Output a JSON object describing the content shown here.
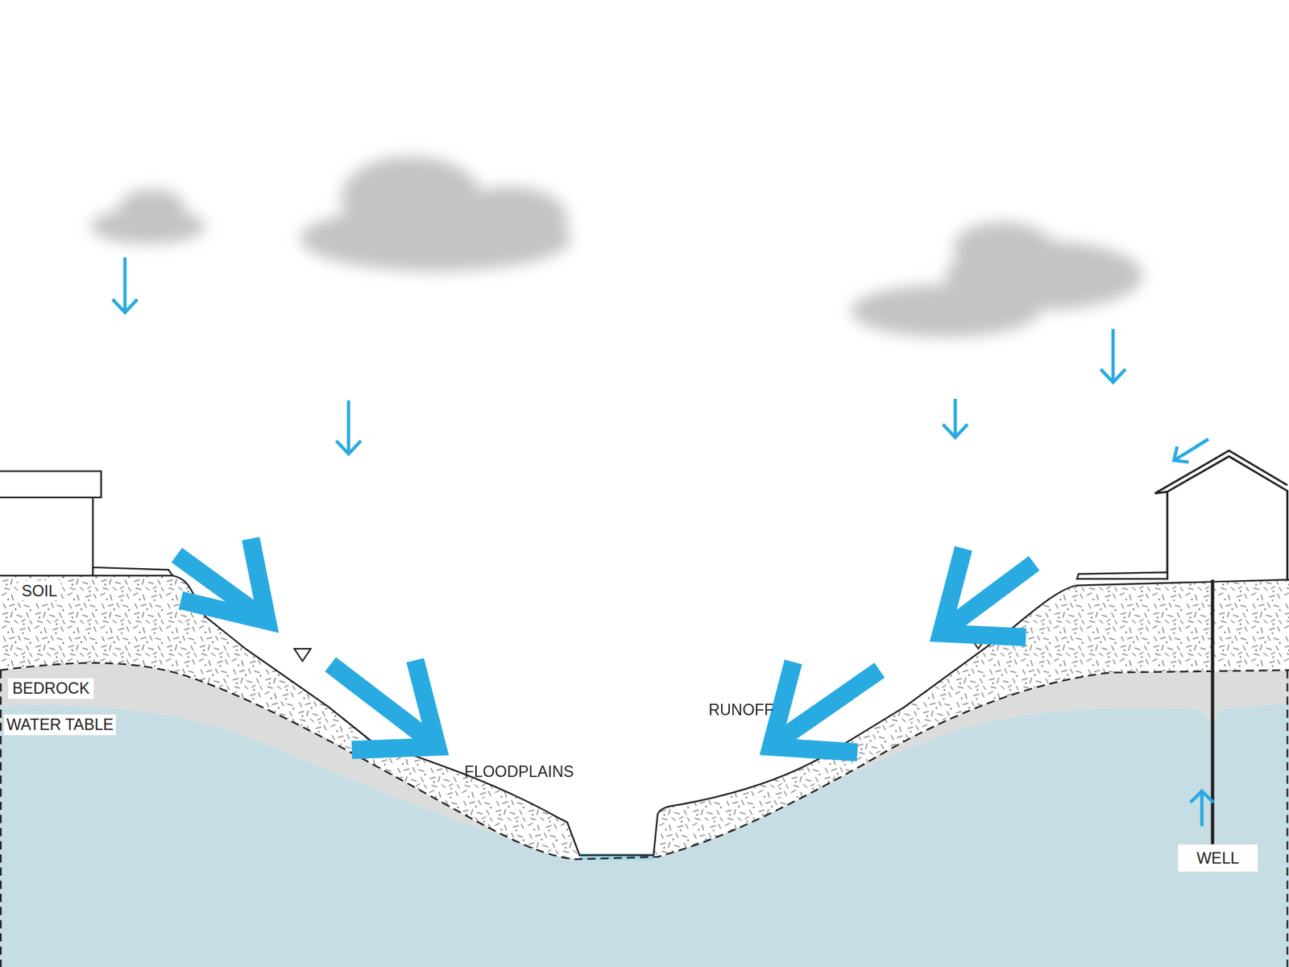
{
  "diagram": {
    "nodes": [
      {
        "text": [
          "SOIL"
        ]
      },
      {
        "text": [
          "BEDROCK"
        ]
      },
      {
        "text": [
          "WATER TABLE"
        ]
      },
      {
        "text": [
          "WELL"
        ]
      }
    ],
    "labels": [
      "FLOODPLAINS",
      "RUNOFF"
    ]
  }
}
